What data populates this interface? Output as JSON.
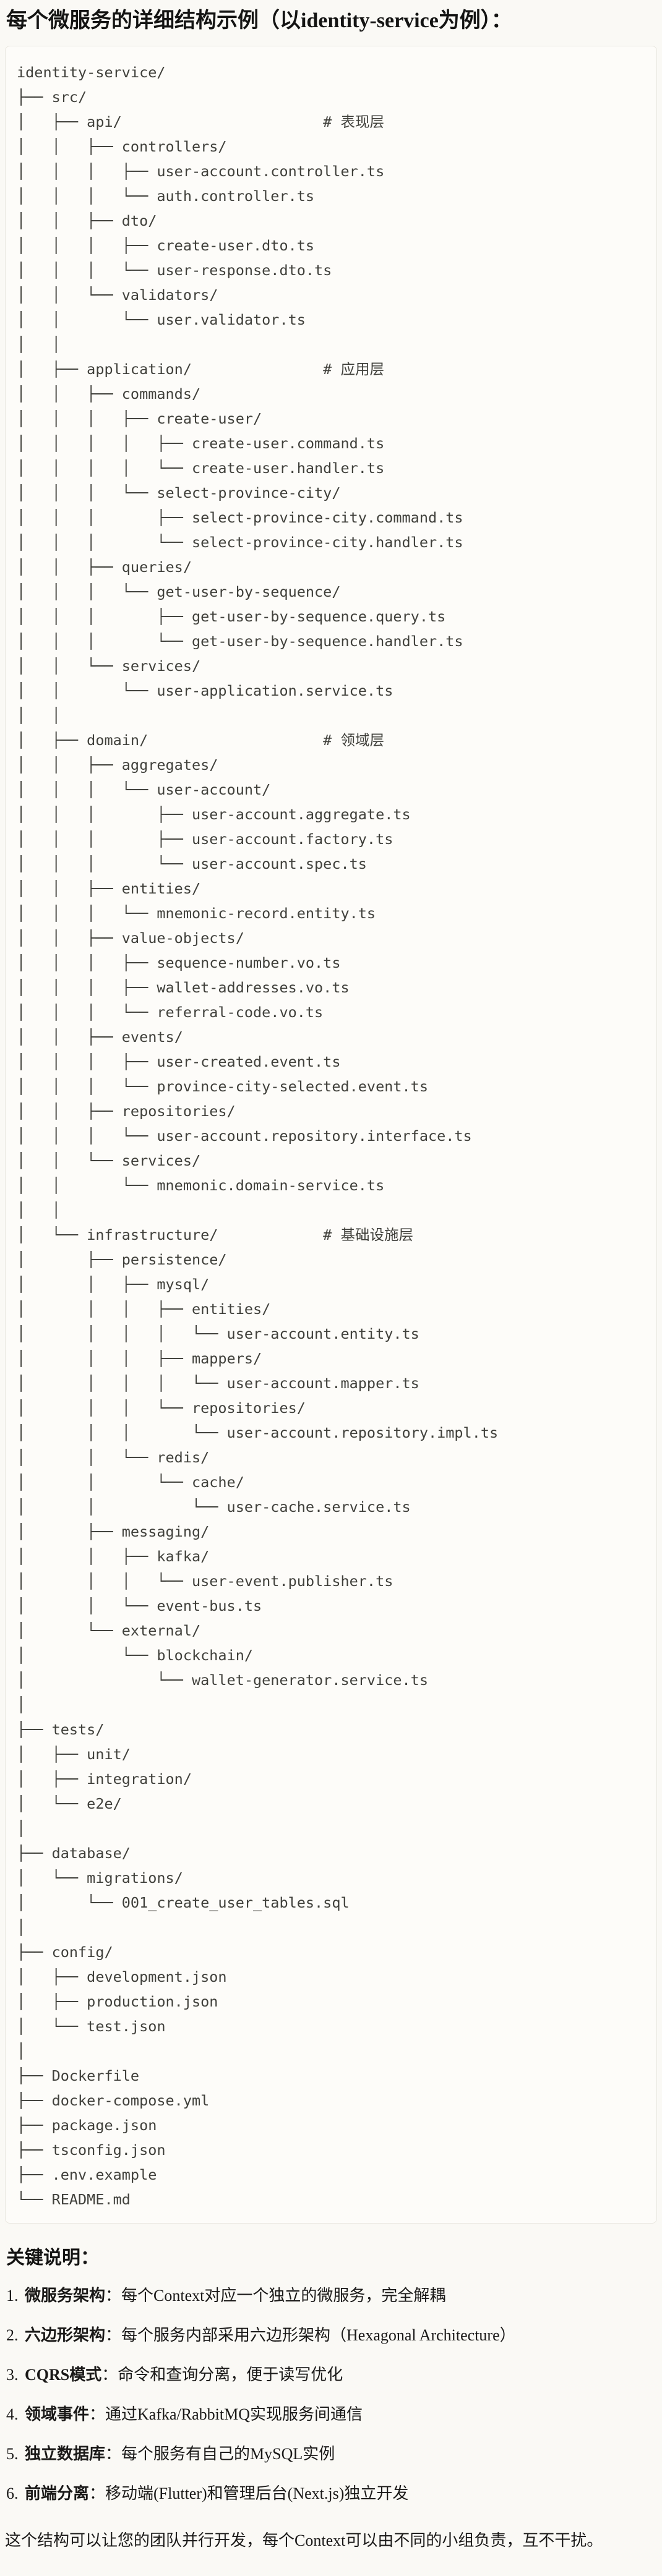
{
  "page": {
    "title": "每个微服务的详细结构示例（以identity-service为例）："
  },
  "colors": {
    "page_bg": "#faf9f5",
    "code_block_bg": "#fdfcf9",
    "code_block_border": "#e8e6df",
    "tree_text": "#40403b",
    "body_text": "#1a1918"
  },
  "tree": {
    "lines": [
      "identity-service/",
      "├── src/",
      "│   ├── api/                       # 表现层",
      "│   │   ├── controllers/",
      "│   │   │   ├── user-account.controller.ts",
      "│   │   │   └── auth.controller.ts",
      "│   │   ├── dto/",
      "│   │   │   ├── create-user.dto.ts",
      "│   │   │   └── user-response.dto.ts",
      "│   │   └── validators/",
      "│   │       └── user.validator.ts",
      "│   │",
      "│   ├── application/               # 应用层",
      "│   │   ├── commands/",
      "│   │   │   ├── create-user/",
      "│   │   │   │   ├── create-user.command.ts",
      "│   │   │   │   └── create-user.handler.ts",
      "│   │   │   └── select-province-city/",
      "│   │   │       ├── select-province-city.command.ts",
      "│   │   │       └── select-province-city.handler.ts",
      "│   │   ├── queries/",
      "│   │   │   └── get-user-by-sequence/",
      "│   │   │       ├── get-user-by-sequence.query.ts",
      "│   │   │       └── get-user-by-sequence.handler.ts",
      "│   │   └── services/",
      "│   │       └── user-application.service.ts",
      "│   │",
      "│   ├── domain/                    # 领域层",
      "│   │   ├── aggregates/",
      "│   │   │   └── user-account/",
      "│   │   │       ├── user-account.aggregate.ts",
      "│   │   │       ├── user-account.factory.ts",
      "│   │   │       └── user-account.spec.ts",
      "│   │   ├── entities/",
      "│   │   │   └── mnemonic-record.entity.ts",
      "│   │   ├── value-objects/",
      "│   │   │   ├── sequence-number.vo.ts",
      "│   │   │   ├── wallet-addresses.vo.ts",
      "│   │   │   └── referral-code.vo.ts",
      "│   │   ├── events/",
      "│   │   │   ├── user-created.event.ts",
      "│   │   │   └── province-city-selected.event.ts",
      "│   │   ├── repositories/",
      "│   │   │   └── user-account.repository.interface.ts",
      "│   │   └── services/",
      "│   │       └── mnemonic.domain-service.ts",
      "│   │",
      "│   └── infrastructure/            # 基础设施层",
      "│       ├── persistence/",
      "│       │   ├── mysql/",
      "│       │   │   ├── entities/",
      "│       │   │   │   └── user-account.entity.ts",
      "│       │   │   ├── mappers/",
      "│       │   │   │   └── user-account.mapper.ts",
      "│       │   │   └── repositories/",
      "│       │   │       └── user-account.repository.impl.ts",
      "│       │   └── redis/",
      "│       │       └── cache/",
      "│       │           └── user-cache.service.ts",
      "│       ├── messaging/",
      "│       │   ├── kafka/",
      "│       │   │   └── user-event.publisher.ts",
      "│       │   └── event-bus.ts",
      "│       └── external/",
      "│           └── blockchain/",
      "│               └── wallet-generator.service.ts",
      "│",
      "├── tests/",
      "│   ├── unit/",
      "│   ├── integration/",
      "│   └── e2e/",
      "│",
      "├── database/",
      "│   └── migrations/",
      "│       └── 001_create_user_tables.sql",
      "│",
      "├── config/",
      "│   ├── development.json",
      "│   ├── production.json",
      "│   └── test.json",
      "│",
      "├── Dockerfile",
      "├── docker-compose.yml",
      "├── package.json",
      "├── tsconfig.json",
      "├── .env.example",
      "└── README.md"
    ]
  },
  "notes": {
    "heading": "关键说明：",
    "items": [
      {
        "num": "1.",
        "label": "微服务架构",
        "colon": "：",
        "text": "每个Context对应一个独立的微服务，完全解耦"
      },
      {
        "num": "2.",
        "label": "六边形架构",
        "colon": "：",
        "text": "每个服务内部采用六边形架构（Hexagonal Architecture）"
      },
      {
        "num": "3.",
        "label": "CQRS模式",
        "colon": "：",
        "text": "命令和查询分离，便于读写优化"
      },
      {
        "num": "4.",
        "label": "领域事件",
        "colon": "：",
        "text": "通过Kafka/RabbitMQ实现服务间通信"
      },
      {
        "num": "5.",
        "label": "独立数据库",
        "colon": "：",
        "text": "每个服务有自己的MySQL实例"
      },
      {
        "num": "6.",
        "label": "前端分离",
        "colon": "：",
        "text": "移动端(Flutter)和管理后台(Next.js)独立开发"
      }
    ],
    "footer": "这个结构可以让您的团队并行开发，每个Context可以由不同的小组负责，互不干扰。"
  }
}
